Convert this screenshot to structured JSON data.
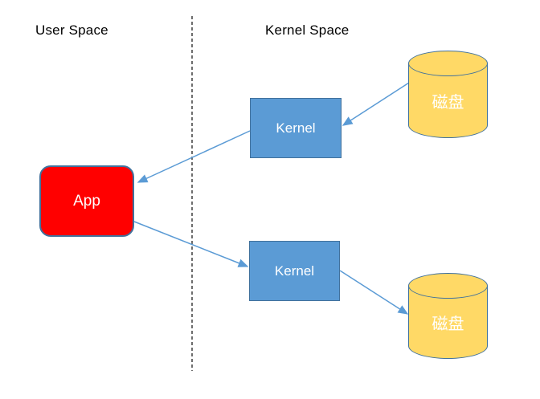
{
  "diagram": {
    "regions": {
      "left_label": "User Space",
      "right_label": "Kernel Space"
    },
    "nodes": {
      "app": "App",
      "kernel_top": "Kernel",
      "kernel_bottom": "Kernel",
      "disk_top": "磁盘",
      "disk_bottom": "磁盘"
    },
    "flows": [
      {
        "from": "disk_top",
        "to": "kernel_top"
      },
      {
        "from": "kernel_top",
        "to": "app"
      },
      {
        "from": "app",
        "to": "kernel_bottom"
      },
      {
        "from": "kernel_bottom",
        "to": "disk_bottom"
      }
    ],
    "colors": {
      "app_fill": "#FF0000",
      "kernel_fill": "#5B9BD5",
      "disk_fill": "#FFD966",
      "shape_border": "#41719C",
      "arrow": "#5B9BD5",
      "divider": "#3F3F3F",
      "region_text": "#000000",
      "node_text": "#FFFFFF"
    }
  }
}
